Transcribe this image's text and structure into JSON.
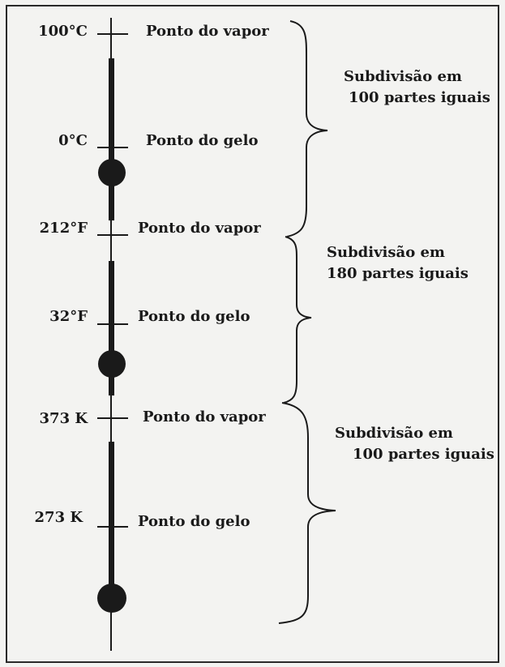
{
  "scales": [
    {
      "name": "celsius",
      "top_value": "100°C",
      "top_label": "Ponto do vapor",
      "bottom_value": "0°C",
      "bottom_label": "Ponto do gelo",
      "subdivision_line1": "Subdivisão em",
      "subdivision_line2": "100 partes iguais"
    },
    {
      "name": "fahrenheit",
      "top_value": "212°F",
      "top_label": "Ponto do vapor",
      "bottom_value": "32°F",
      "bottom_label": "Ponto do gelo",
      "subdivision_line1": "Subdivisão em",
      "subdivision_line2": "180 partes iguais"
    },
    {
      "name": "kelvin",
      "top_value": "373 K",
      "top_label": "Ponto do vapor",
      "bottom_value": "273 K",
      "bottom_label": "Ponto do gelo",
      "subdivision_line1": "Subdivisão em",
      "subdivision_line2": "100 partes iguais"
    }
  ],
  "colors": {
    "ink": "#1a1a1a",
    "paper": "#f3f3f1"
  }
}
